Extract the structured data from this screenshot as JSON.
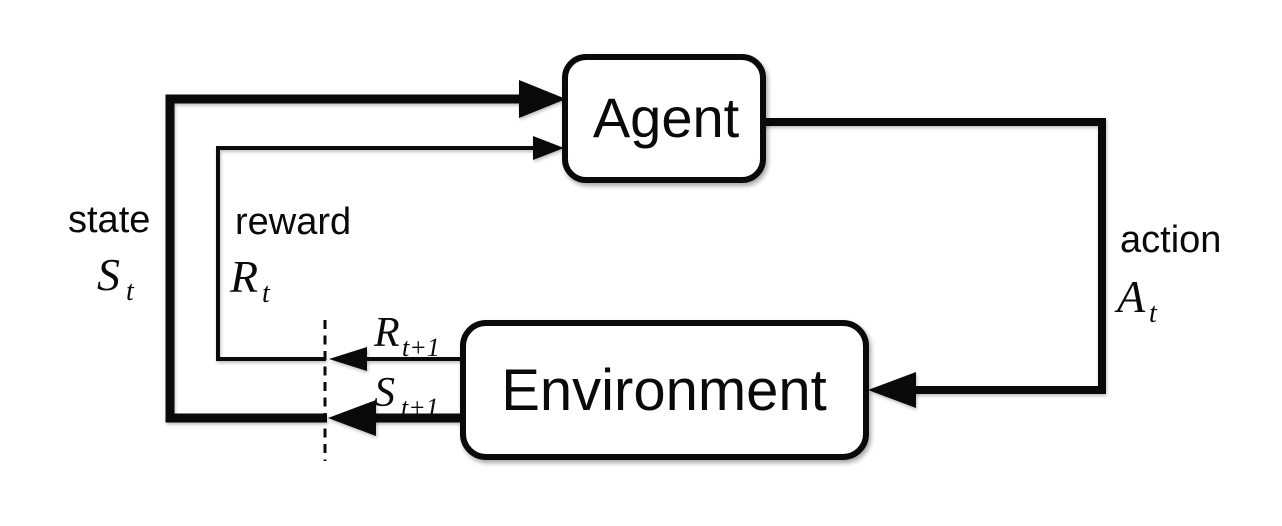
{
  "diagram": {
    "background": "#ffffff",
    "line_color": "#0a0a0a",
    "nodes": {
      "agent": {
        "label": "Agent"
      },
      "environment": {
        "label": "Environment"
      }
    },
    "signals": {
      "state": {
        "word": "state",
        "symbol": "S",
        "subscript": "t"
      },
      "reward": {
        "word": "reward",
        "symbol": "R",
        "subscript": "t"
      },
      "action": {
        "word": "action",
        "symbol": "A",
        "subscript": "t"
      },
      "next_reward": {
        "symbol": "R",
        "subscript": "t+1"
      },
      "next_state": {
        "symbol": "S",
        "subscript": "t+1"
      }
    }
  }
}
